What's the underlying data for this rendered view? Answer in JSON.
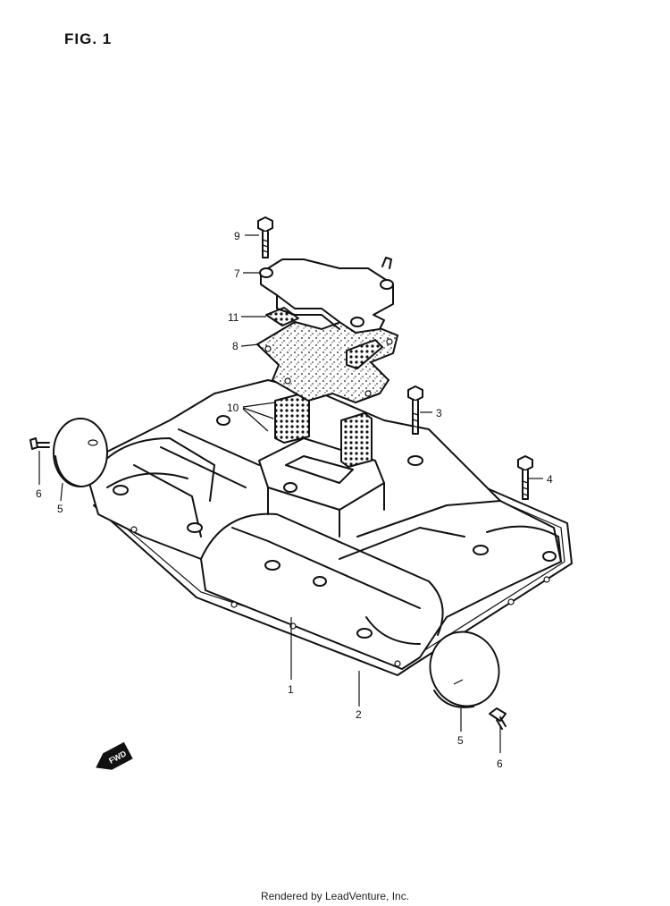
{
  "figure": {
    "title": "FIG. 1"
  },
  "callouts": [
    {
      "id": "c1",
      "label": "1"
    },
    {
      "id": "c2",
      "label": "2"
    },
    {
      "id": "c3",
      "label": "3"
    },
    {
      "id": "c4",
      "label": "4"
    },
    {
      "id": "c5a",
      "label": "5"
    },
    {
      "id": "c5b",
      "label": "5"
    },
    {
      "id": "c6a",
      "label": "6"
    },
    {
      "id": "c6b",
      "label": "6"
    },
    {
      "id": "c7",
      "label": "7"
    },
    {
      "id": "c8",
      "label": "8"
    },
    {
      "id": "c9",
      "label": "9"
    },
    {
      "id": "c10",
      "label": "10"
    },
    {
      "id": "c11",
      "label": "11"
    }
  ],
  "direction_marker": {
    "label": "FWD",
    "icon": "fwd-arrow-icon"
  },
  "footer": {
    "credit": "Rendered by LeadVenture, Inc."
  }
}
